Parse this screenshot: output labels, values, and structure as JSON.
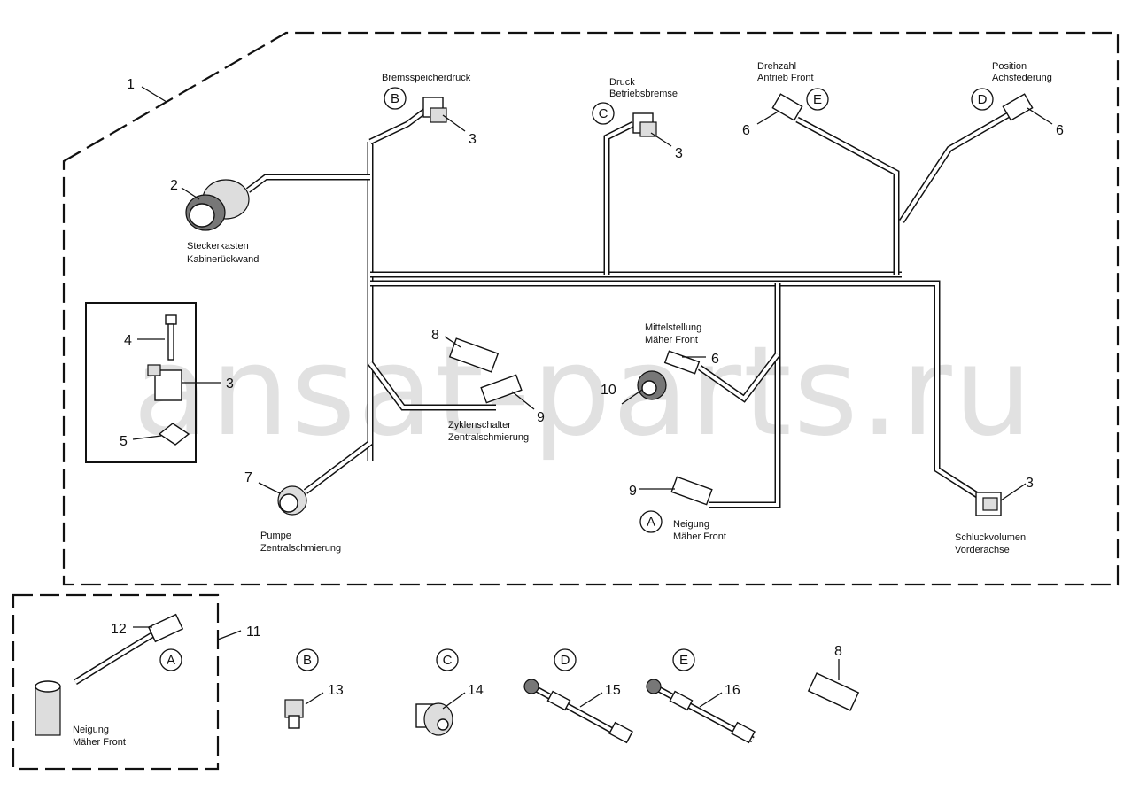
{
  "watermark": "ansat-parts.ru",
  "part_numbers": {
    "n1": "1",
    "n2": "2",
    "n3a": "3",
    "n3b": "3",
    "n3c": "3",
    "n3d": "3",
    "n4": "4",
    "n5": "5",
    "n6a": "6",
    "n6b": "6",
    "n6c": "6",
    "n7": "7",
    "n8a": "8",
    "n8b": "8",
    "n9a": "9",
    "n9b": "9",
    "n10": "10",
    "n11": "11",
    "n12": "12",
    "n13": "13",
    "n14": "14",
    "n15": "15",
    "n16": "16"
  },
  "connector_refs": {
    "b_top": "B",
    "c_top": "C",
    "e_top": "E",
    "d_top": "D",
    "a_main": "A",
    "a_inset": "A",
    "b_bottom": "B",
    "c_bottom": "C",
    "d_bottom": "D",
    "e_bottom": "E"
  },
  "labels": {
    "bremsspeicherdruck": "Bremsspeicherdruck",
    "druck_1": "Druck",
    "druck_2": "Betriebsbremse",
    "drehzahl_1": "Drehzahl",
    "drehzahl_2": "Antrieb Front",
    "position_1": "Position",
    "position_2": "Achsfederung",
    "steckerkasten_1": "Steckerkasten",
    "steckerkasten_2": "Kabinerückwand",
    "mittelstellung_1": "Mittelstellung",
    "mittelstellung_2": "Mäher Front",
    "zyklen_1": "Zyklenschalter",
    "zyklen_2": "Zentralschmierung",
    "pumpe_1": "Pumpe",
    "pumpe_2": "Zentralschmierung",
    "neigung_1": "Neigung",
    "neigung_2": "Mäher Front",
    "schluck_1": "Schluckvolumen",
    "schluck_2": "Vorderachse",
    "neigung_inset_1": "Neigung",
    "neigung_inset_2": "Mäher Front"
  }
}
